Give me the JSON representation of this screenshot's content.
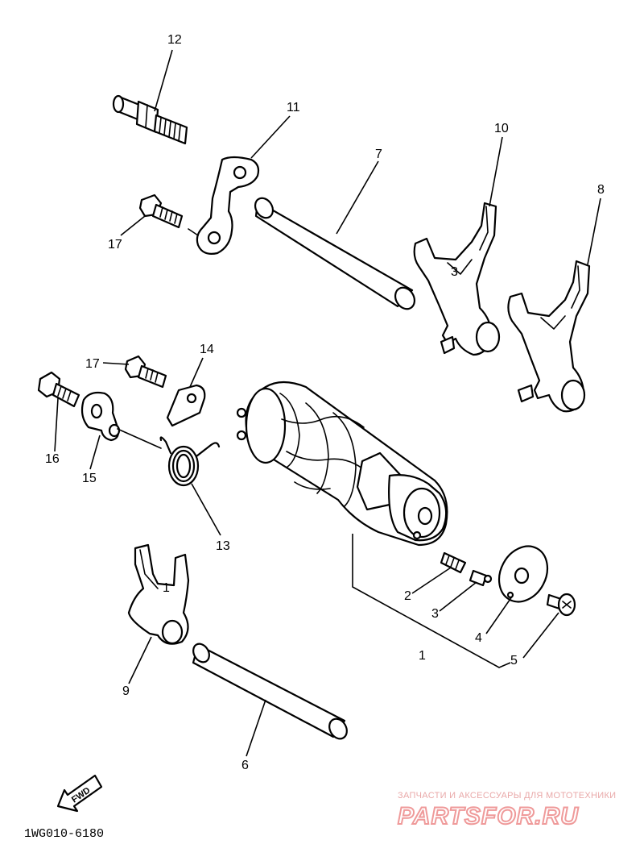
{
  "labels": {
    "p1": "1",
    "p2": "2",
    "p3": "3",
    "p4": "4",
    "p5": "5",
    "p6": "6",
    "p7": "7",
    "p8": "8",
    "p9": "9",
    "p10": "10",
    "p11": "11",
    "p12": "12",
    "p13": "13",
    "p14": "14",
    "p15": "15",
    "p16": "16",
    "p17a": "17",
    "p17b": "17"
  },
  "fwd_label": "FWD",
  "diagram_code": "1WG010-6180",
  "watermark": {
    "tagline": "ЗАПЧАСТИ И АКСЕССУАРЫ ДЛЯ МОТОТЕХНИКИ",
    "brand": "PARTSFOR.RU"
  }
}
